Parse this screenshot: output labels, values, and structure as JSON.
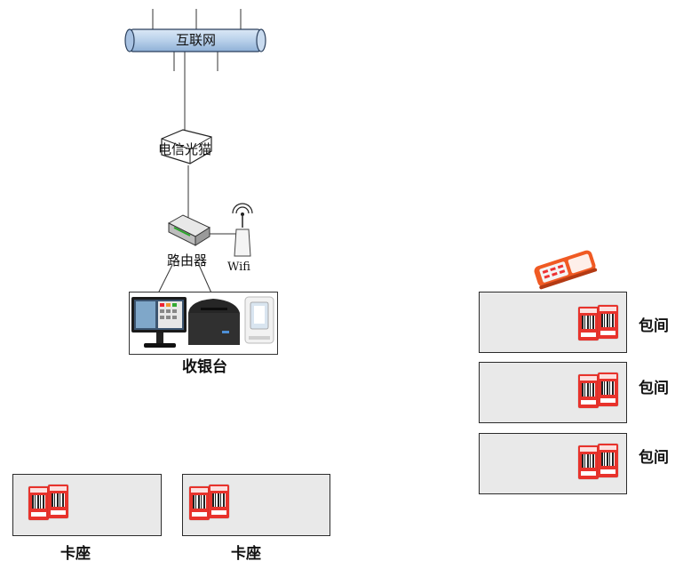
{
  "internet": {
    "label": "互联网"
  },
  "modem": {
    "label": "电信光猫"
  },
  "router": {
    "label": "路由器"
  },
  "wifi": {
    "label": "Wifi"
  },
  "cashier": {
    "label": "收银台",
    "devices": [
      "pos-terminal-icon",
      "receipt-printer-icon",
      "payment-box-icon"
    ]
  },
  "handheld": {
    "icon": "handheld-pos-icon"
  },
  "private_rooms": [
    {
      "label": "包间"
    },
    {
      "label": "包间"
    },
    {
      "label": "包间"
    }
  ],
  "booths": [
    {
      "label": "卡座"
    },
    {
      "label": "卡座"
    }
  ],
  "colors": {
    "pipe": "#b8d0ea",
    "table_fill": "#e9e9e9",
    "qr_card": "#e8332c",
    "handheld": "#f05a23"
  }
}
